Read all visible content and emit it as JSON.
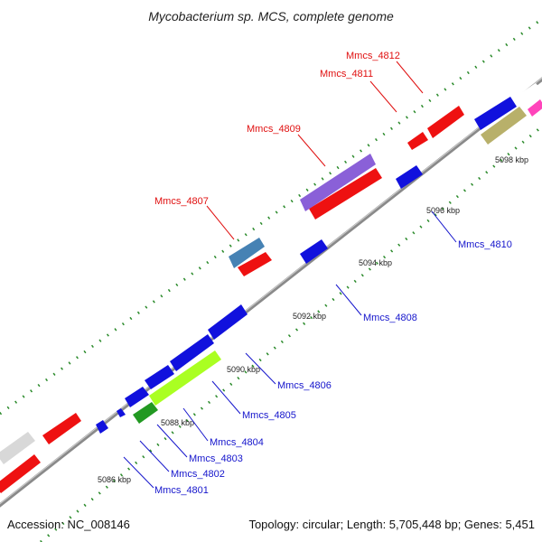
{
  "title": "Mycobacterium sp. MCS, complete genome",
  "footer": {
    "accession": "Accession: NC_008146",
    "topology": "Topology: circular; Length: 5,705,448 bp; Genes: 5,451"
  },
  "colors": {
    "forward_label": "#e01010",
    "reverse_label": "#1515cc",
    "backbone": "#8a8a8a",
    "tick": "#2a8a2a"
  },
  "tick_labels": [
    "5086 kbp",
    "5088 kbp",
    "5090 kbp",
    "5092 kbp",
    "5094 kbp",
    "5096 kbp",
    "5098 kbp"
  ],
  "gene_labels": {
    "Mmcs_4812": "Mmcs_4812",
    "Mmcs_4811": "Mmcs_4811",
    "Mmcs_4809": "Mmcs_4809",
    "Mmcs_4807": "Mmcs_4807",
    "Mmcs_4810": "Mmcs_4810",
    "Mmcs_4808": "Mmcs_4808",
    "Mmcs_4806": "Mmcs_4806",
    "Mmcs_4805": "Mmcs_4805",
    "Mmcs_4804": "Mmcs_4804",
    "Mmcs_4803": "Mmcs_4803",
    "Mmcs_4802": "Mmcs_4802",
    "Mmcs_4801": "Mmcs_4801"
  }
}
